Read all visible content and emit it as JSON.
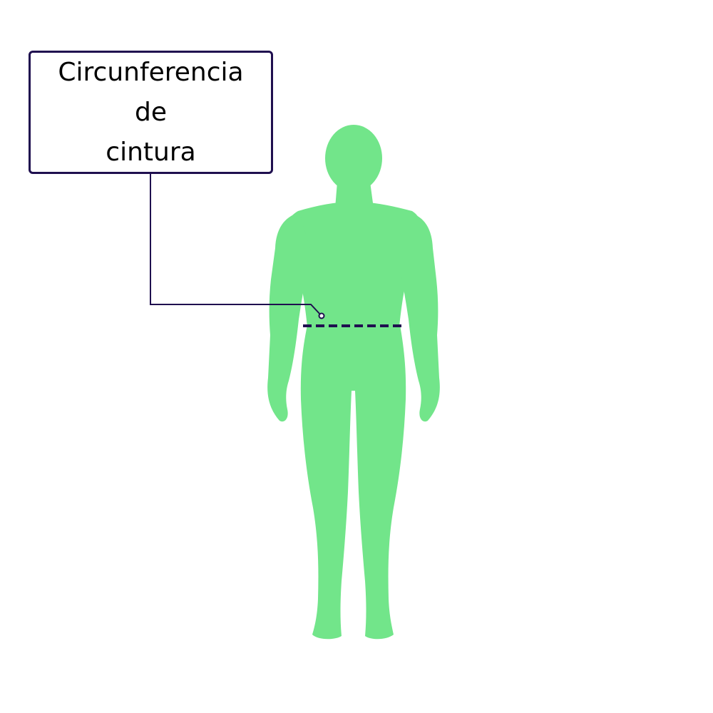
{
  "label": {
    "lines": [
      "Circunferencia",
      "de",
      "cintura"
    ]
  },
  "colors": {
    "body": "#72e58a",
    "outline": "#1f0f4f",
    "text": "#000000",
    "background": "#ffffff"
  },
  "icons": {
    "figure": "human-silhouette-icon",
    "measure": "waist-dashed-line"
  }
}
